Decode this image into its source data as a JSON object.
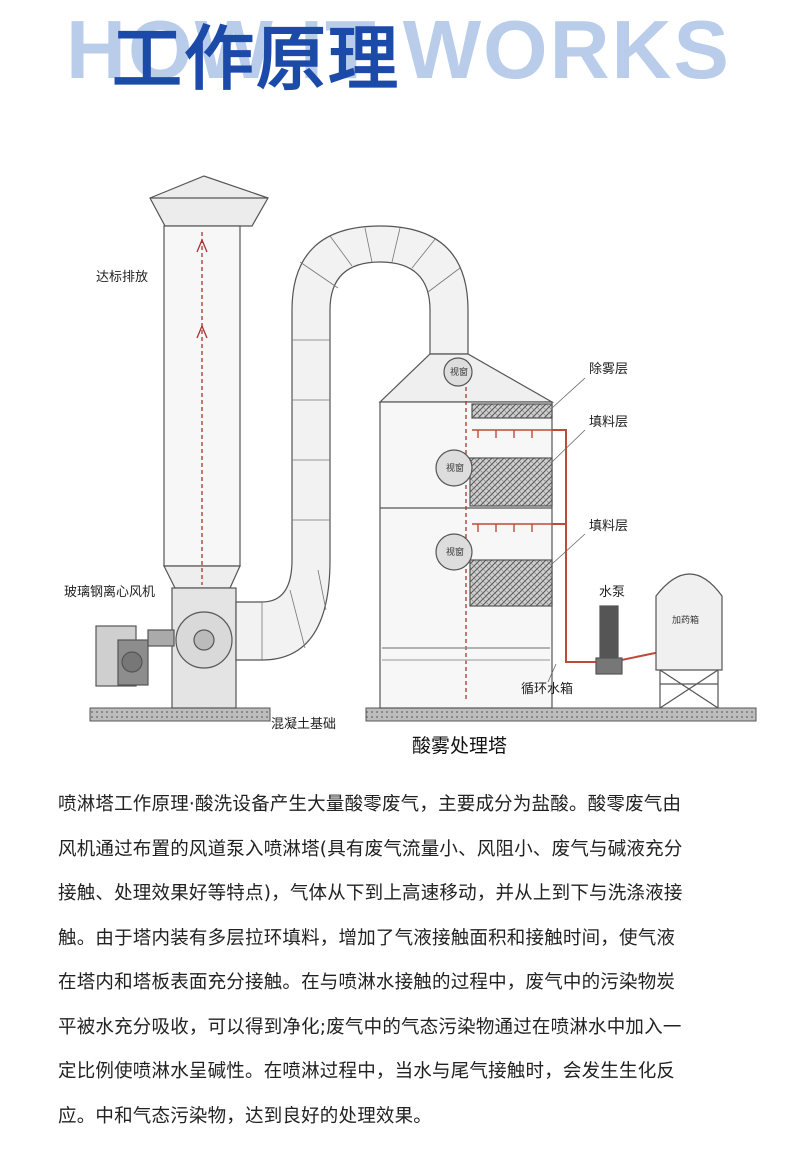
{
  "header": {
    "bg_text": "HOW IT WORKS",
    "title": "工作原理"
  },
  "diagram": {
    "labels": {
      "discharge": "达标排放",
      "demister": "除雾层",
      "packing1": "填料层",
      "packing2": "填料层",
      "fan": "玻璃钢离心风机",
      "pump": "水泵",
      "tank": "循环水箱",
      "foundation": "混凝土基础",
      "tower_name": "酸雾处理塔",
      "window1": "视窗",
      "window2": "视窗",
      "window3": "视窗",
      "dosing_tank": "加药箱"
    },
    "colors": {
      "line": "#555555",
      "pipe_red": "#c04a3a",
      "airflow_red": "#b03030"
    }
  },
  "description": {
    "lines": [
      "喷淋塔工作原理·酸洗设备产生大量酸零废气，主要成分为盐酸。酸零废气由",
      "风机通过布置的风道泵入喷淋塔(具有废气流量小、风阻小、废气与碱液充分",
      "接触、处理效果好等特点)，气体从下到上高速移动，并从上到下与洗涤液接",
      "触。由于塔内装有多层拉环填料，增加了气液接触面积和接触时间，使气液",
      "在塔内和塔板表面充分接触。在与喷淋水接触的过程中，废气中的污染物炭",
      "平被水充分吸收，可以得到净化;废气中的气态污染物通过在喷淋水中加入一",
      "定比例使喷淋水呈碱性。在喷淋过程中，当水与尾气接触时，会发生生化反",
      "应。中和气态污染物，达到良好的处理效果。"
    ]
  }
}
